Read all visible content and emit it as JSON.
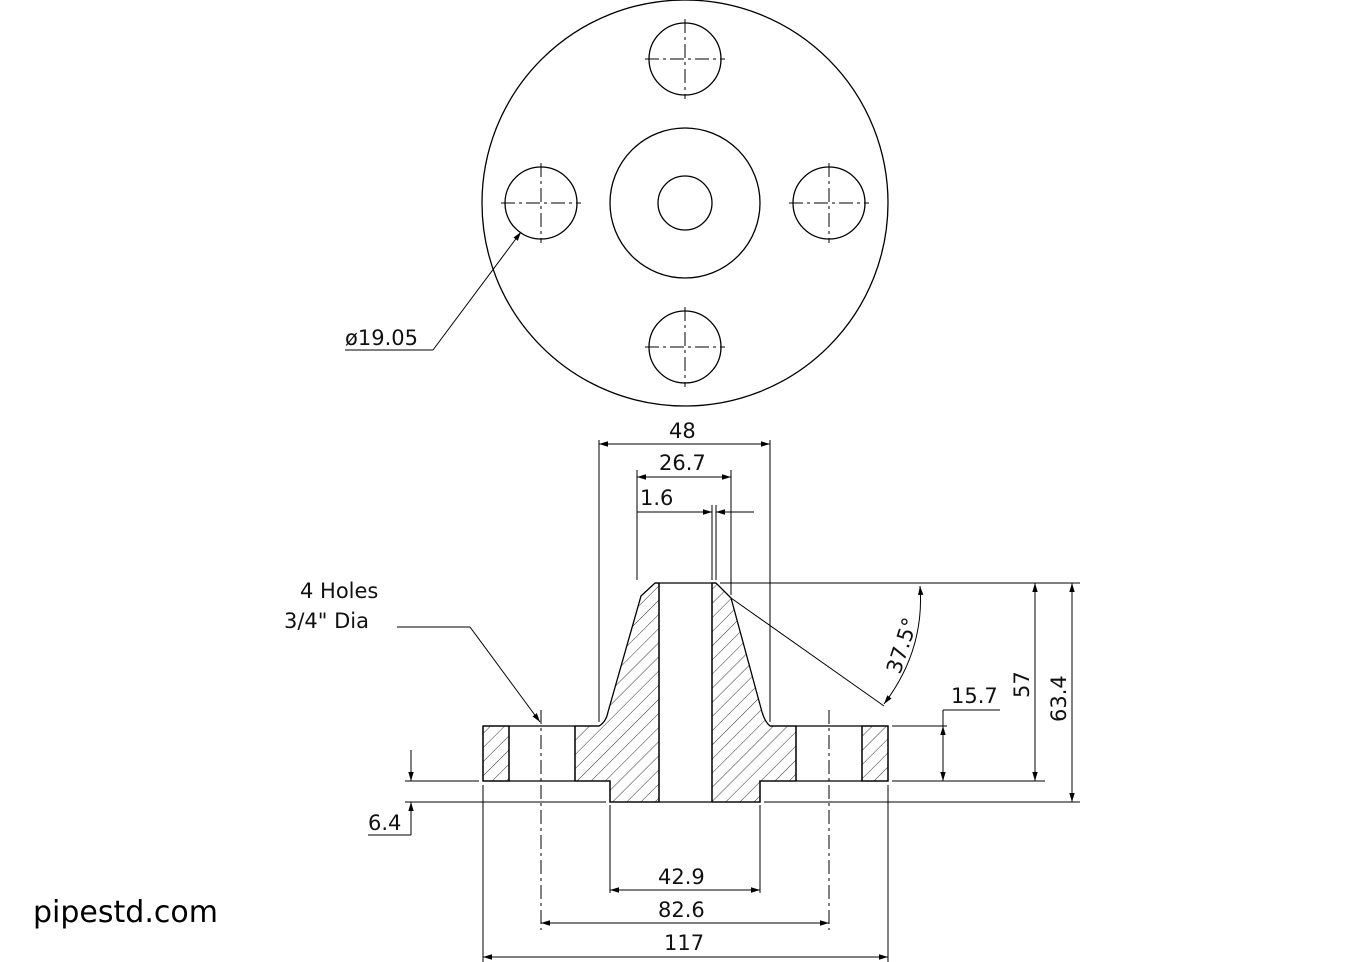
{
  "watermark": "pipestd.com",
  "top_view": {
    "hole_dia_label": "ø19.05"
  },
  "section_view": {
    "hole_note_line1": "4 Holes",
    "hole_note_line2": "3/4\" Dia",
    "dim_hub_top": "48",
    "dim_bore_top": "26.7",
    "dim_chamfer": "1.6",
    "dim_angle": "37.5°",
    "dim_hub_to_flange": "15.7",
    "dim_height_57": "57",
    "dim_height_total": "63.4",
    "dim_raised_face": "6.4",
    "dim_raised_face_dia": "42.9",
    "dim_bolt_circle": "82.6",
    "dim_outside_dia": "117"
  }
}
